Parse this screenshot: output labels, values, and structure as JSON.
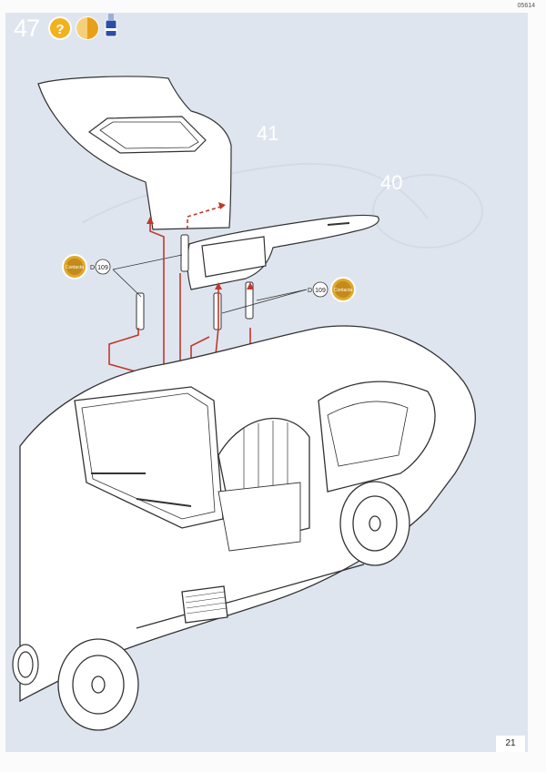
{
  "header": {
    "kit_code": "05614"
  },
  "step": {
    "number": "47"
  },
  "parts": {
    "label_41": "41",
    "label_40": "40"
  },
  "callouts": {
    "left": {
      "prefix": "D",
      "number": "109",
      "badge_text": "Contacta"
    },
    "right": {
      "prefix": "D",
      "number": "109",
      "badge_text": "Contacta"
    }
  },
  "footer": {
    "page_number": "21"
  },
  "colors": {
    "panel": "#dfe5ef",
    "arrow": "#c0392b",
    "icon_yellow": "#e8a01a",
    "icon_blue": "#2b4fa8"
  },
  "icons": [
    "question-icon",
    "paint-half-icon",
    "glue-bottle-icon"
  ]
}
